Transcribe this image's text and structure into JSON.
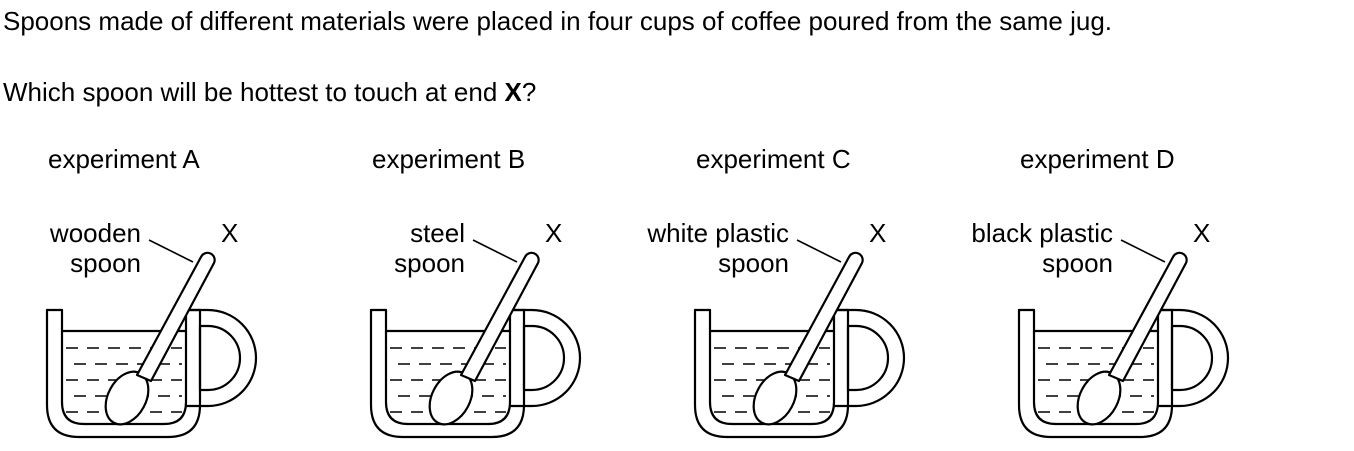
{
  "question": {
    "intro": "Spoons made of different materials were placed in four cups of coffee poured from the same jug.",
    "prompt_before": "Which spoon will be hottest to touch at end ",
    "prompt_bold": "X",
    "prompt_after": "?"
  },
  "experiments": [
    {
      "title": "experiment A",
      "spoon_line1": "wooden",
      "spoon_line2": "spoon",
      "end_label": "X"
    },
    {
      "title": "experiment B",
      "spoon_line1": "steel",
      "spoon_line2": "spoon",
      "end_label": "X"
    },
    {
      "title": "experiment C",
      "spoon_line1": "white plastic",
      "spoon_line2": "spoon",
      "end_label": "X"
    },
    {
      "title": "experiment D",
      "spoon_line1": "black plastic",
      "spoon_line2": "spoon",
      "end_label": "X"
    }
  ]
}
